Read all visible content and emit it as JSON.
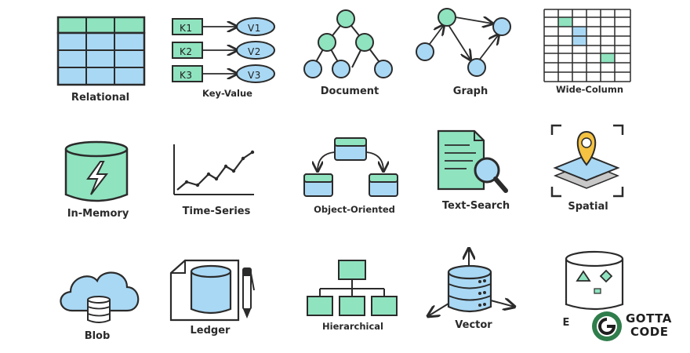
{
  "colors": {
    "green": "#8fe3bf",
    "blue": "#a9d8f4",
    "ink": "#2b2b2b",
    "pin": "#f5c242",
    "brand": "#2f7d4b"
  },
  "labels": {
    "relational": "Relational",
    "key_value": "Key-Value",
    "document": "Document",
    "graph": "Graph",
    "wide_column": "Wide-Column",
    "in_memory": "In-Memory",
    "time_series": "Time-Series",
    "object_oriented": "Object-Oriented",
    "text_search": "Text-Search",
    "spatial": "Spatial",
    "blob": "Blob",
    "ledger": "Ledger",
    "hierarchical": "Hierarchical",
    "vector": "Vector",
    "partial": "E"
  },
  "key_value": {
    "keys": [
      "K1",
      "K2",
      "K3"
    ],
    "values": [
      "V1",
      "V2",
      "V3"
    ]
  },
  "logo": {
    "line1": "GOTTA",
    "line2": "CODE",
    "icon": "g-logo-icon"
  }
}
